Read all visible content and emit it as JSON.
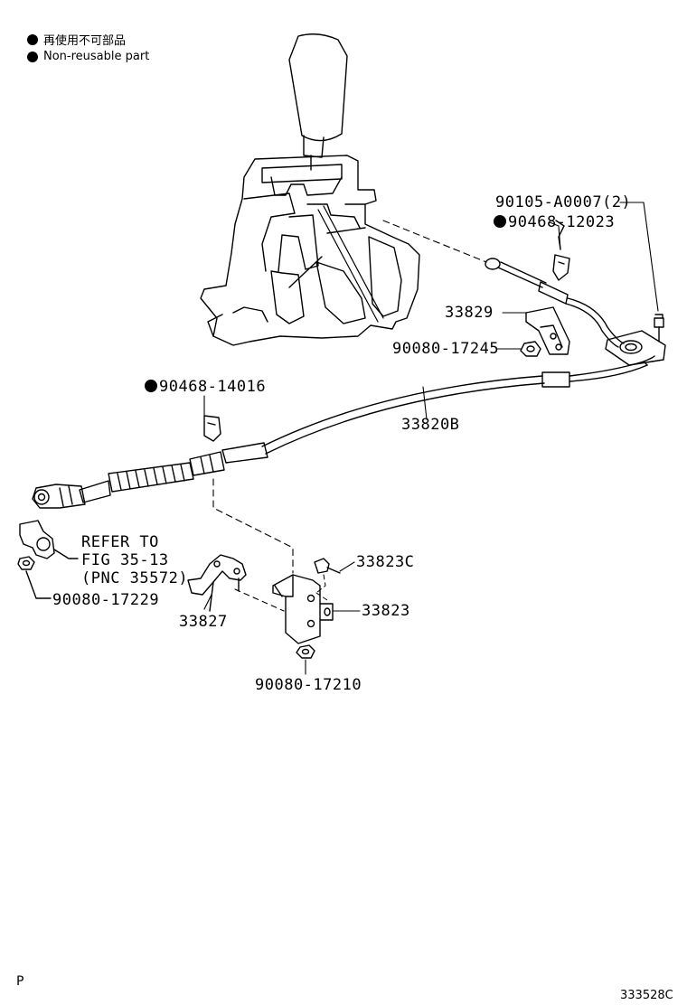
{
  "legend": {
    "jp": "再使用不可部品",
    "en": "Non-reusable part"
  },
  "parts": {
    "p90105": "90105-A0007(2)",
    "p90468_12023": "90468-12023",
    "p33829": "33829",
    "p90080_17245": "90080-17245",
    "p90468_14016": "90468-14016",
    "p33820B": "33820B",
    "refer1": "REFER TO",
    "refer2": "FIG 35-13",
    "refer3": "(PNC 35572)",
    "p90080_17229": "90080-17229",
    "p33827": "33827",
    "p33823C": "33823C",
    "p33823": "33823",
    "p90080_17210": "90080-17210"
  },
  "footer": {
    "left": "P",
    "right": "333528C"
  }
}
